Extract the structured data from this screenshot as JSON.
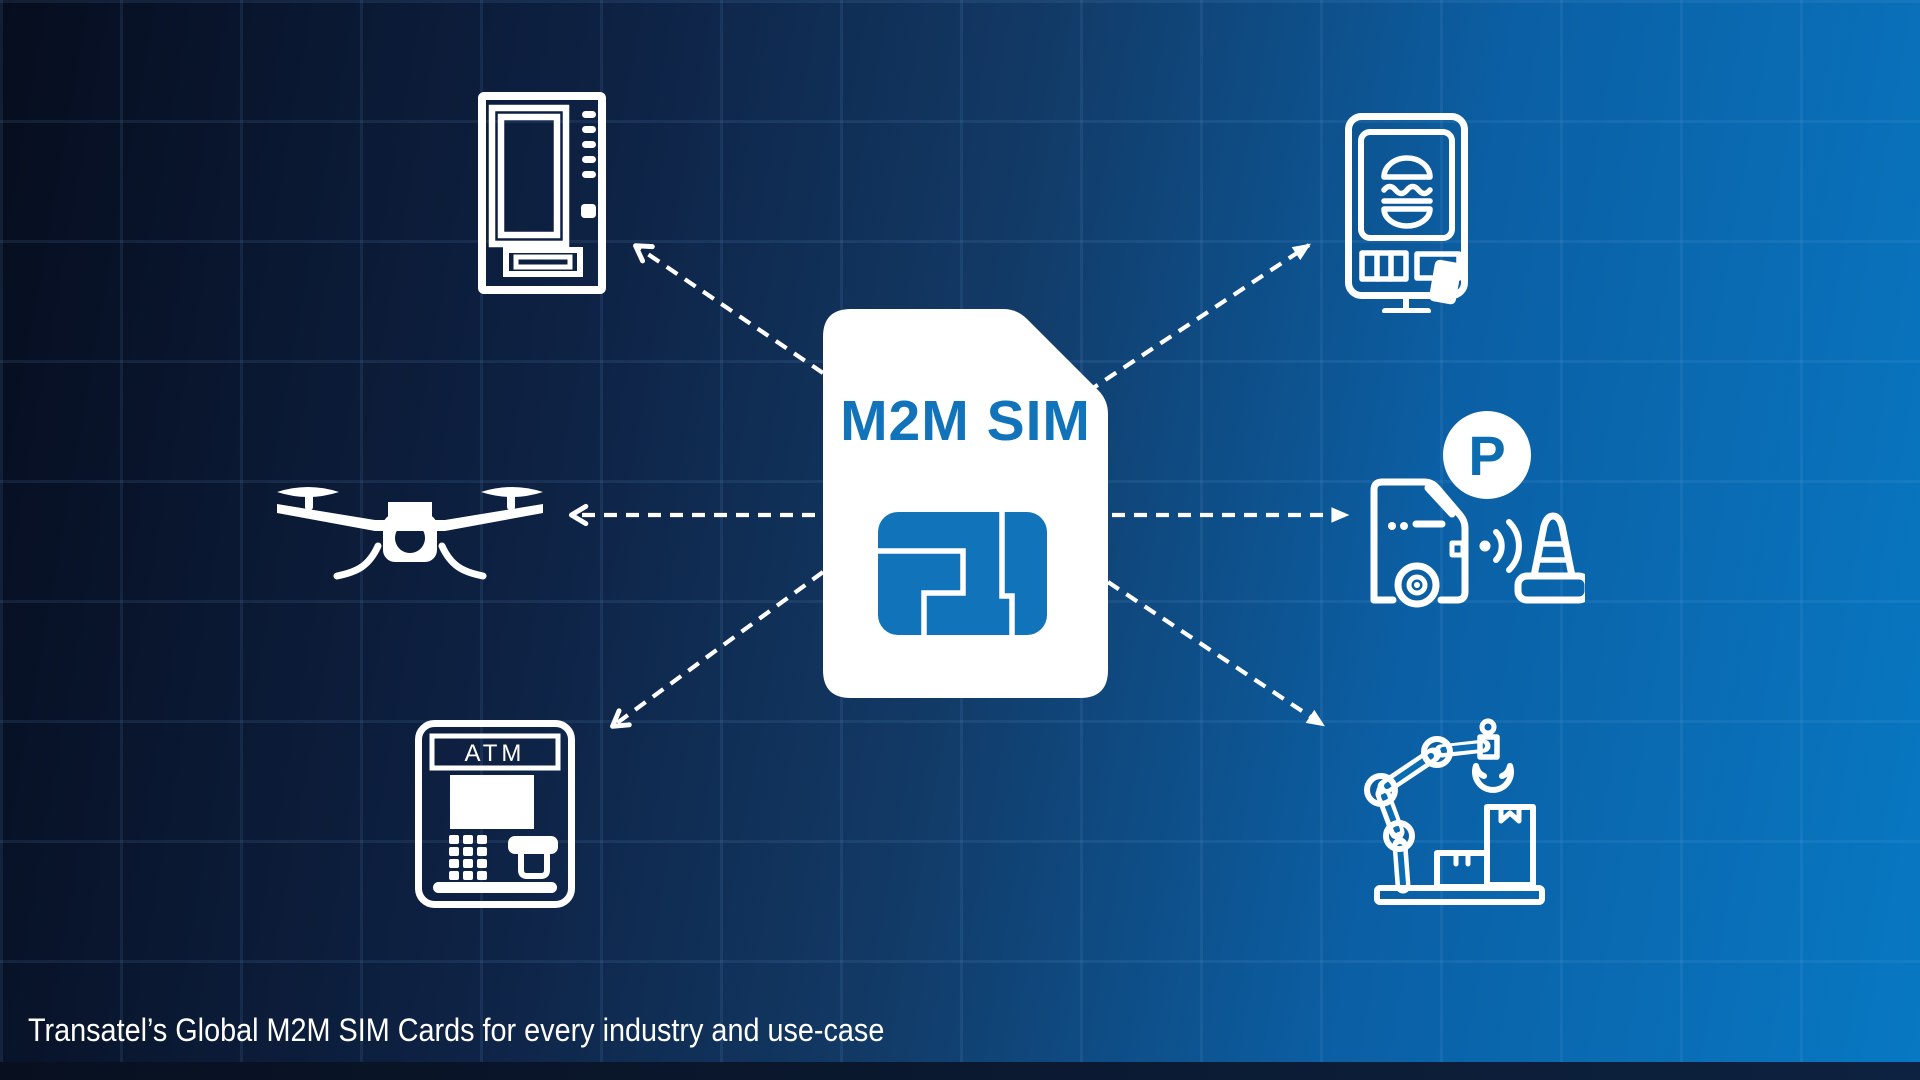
{
  "slide": {
    "caption": "Transatel’s Global M2M SIM Cards for every industry and use-case"
  },
  "hub": {
    "label": "M2M SIM",
    "icon": "sim-card-icon"
  },
  "nodes": [
    {
      "id": "vending-machine",
      "icon": "vending-machine-icon",
      "position": "top-left",
      "arrow_head": "chevron"
    },
    {
      "id": "smart-food-kiosk",
      "icon": "food-kiosk-icon",
      "position": "top-right",
      "arrow_head": "solid"
    },
    {
      "id": "drone",
      "icon": "drone-icon",
      "position": "middle-left",
      "arrow_head": "chevron"
    },
    {
      "id": "smart-parking",
      "icon": "car-parking-icon",
      "position": "middle-right",
      "arrow_head": "solid",
      "badge_letter": "P"
    },
    {
      "id": "atm",
      "icon": "atm-icon",
      "position": "bottom-left",
      "arrow_head": "chevron",
      "label": "ATM"
    },
    {
      "id": "industrial-robot",
      "icon": "robot-arm-icon",
      "position": "bottom-right",
      "arrow_head": "solid"
    }
  ],
  "colors": {
    "accent_blue": "#1173b9",
    "parking_letter_blue": "#0d6db1",
    "bg_dark": "#060d1e",
    "bg_bright": "#0878c3",
    "grid_line": "rgba(125,180,235,0.10)",
    "white": "#ffffff"
  }
}
